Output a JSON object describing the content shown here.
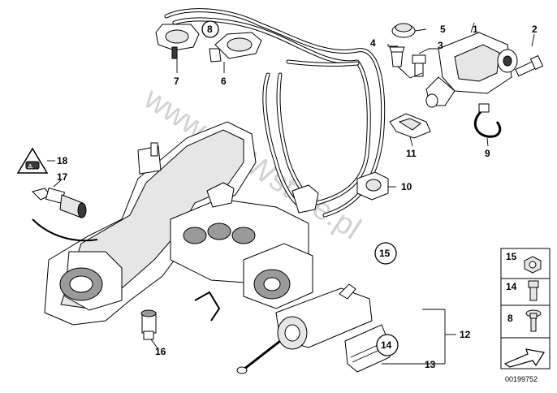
{
  "watermark": "www.BMWstore.pl",
  "diagram_id": "00199752",
  "callouts": {
    "c1": "1",
    "c2": "2",
    "c3": "3",
    "c4": "4",
    "c5": "5",
    "c6": "6",
    "c7": "7",
    "c8": "8",
    "c9": "9",
    "c10": "10",
    "c11": "11",
    "c12": "12",
    "c13": "13",
    "c14": "14",
    "c15": "15",
    "c16": "16",
    "c17": "17",
    "c18": "18"
  },
  "legend": {
    "items": [
      {
        "label": "15"
      },
      {
        "label": "14"
      },
      {
        "label": "8"
      }
    ]
  }
}
